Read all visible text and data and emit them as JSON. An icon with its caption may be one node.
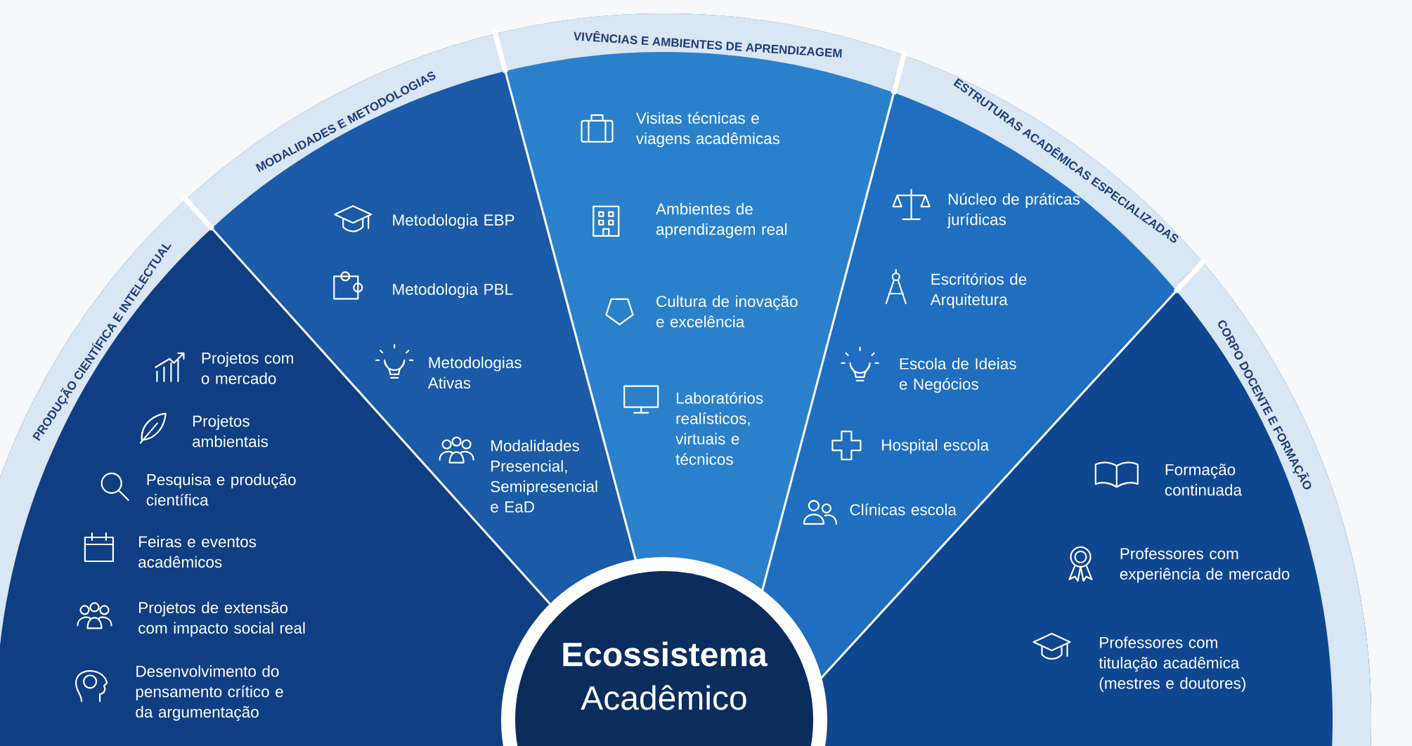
{
  "diagram": {
    "nodes": [
      {
        "text": [
          "PRODUÇÃO CIENTÍFICA E INTELECTUAL"
        ]
      },
      {
        "text": [
          "MODALIDADES E METODOLOGIAS"
        ]
      },
      {
        "text": [
          "VIVÊNCIAS E AMBIENTES DE APRENDIZAGEM"
        ]
      },
      {
        "text": [
          "ESTRUTURAS ACADÊMICAS ESPECIALIZADAS"
        ]
      },
      {
        "text": [
          "CORPO DOCENTE E FORMAÇÃO"
        ]
      },
      {
        "text": [
          "Ecossistema",
          "Acadêmico"
        ]
      }
    ],
    "labels": [
      "Projetos com o mercado",
      "Projetos ambientais",
      "Pesquisa e produção científica",
      "Feiras e eventos acadêmicos",
      "Projetos de extensão com impacto social real",
      "Desenvolvimento do pensamento crítico e da argumentação",
      "Metodologia EBP",
      "Metodologia PBL",
      "Metodologias Ativas",
      "Modalidades Presencial, Semipresencial e EaD",
      "Visitas técnicas e viagens acadêmicas",
      "Ambientes de aprendizagem real",
      "Cultura de inovação e excelência",
      "Laboratórios realísticos, virtuais e técnicos",
      "Núcleo de práticas jurídicas",
      "Escritórios de Arquitetura",
      "Escola de Ideias e Negócios",
      "Hospital escola",
      "Clínicas escola",
      "Formação continuada",
      "Professores com experiência de mercado",
      "Professores com titulação acadêmica (mestres e doutores)"
    ]
  }
}
